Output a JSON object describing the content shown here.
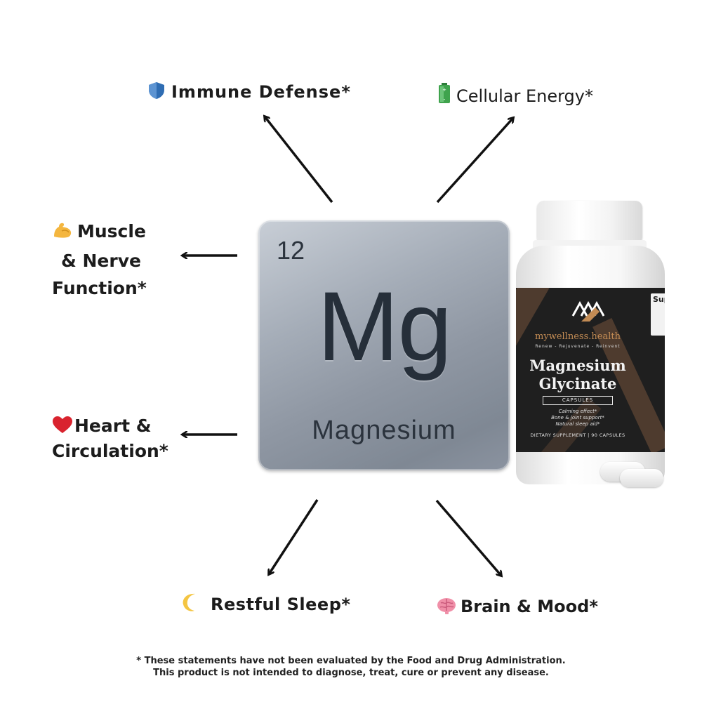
{
  "benefits": {
    "immune": {
      "label": "Immune Defense*",
      "icon": "shield-icon"
    },
    "energy": {
      "label": "Cellular Energy*",
      "icon": "battery-icon"
    },
    "muscle": {
      "line1": "Muscle",
      "line2": "& Nerve",
      "line3": "Function*",
      "icon": "flexed-biceps-icon"
    },
    "heart": {
      "line1": "Heart &",
      "line2": "Circulation*",
      "icon": "heart-icon"
    },
    "sleep": {
      "label": "Restful Sleep*",
      "icon": "crescent-moon-icon"
    },
    "brain": {
      "label": "Brain & Mood*",
      "icon": "brain-icon"
    }
  },
  "element": {
    "number": "12",
    "symbol": "Mg",
    "name": "Magnesium"
  },
  "product": {
    "brand": "mywellness.health",
    "tagline": "Renew - Rejuvenate - Reinvent",
    "name_line1": "Magnesium",
    "name_line2": "Glycinate",
    "form": "CAPSULES",
    "benefit1": "Calming effect*",
    "benefit2": "Bone & joint support*",
    "benefit3": "Natural sleep aid*",
    "footer": "DIETARY SUPPLEMENT  |  90 CAPSULES",
    "panel_heading": "Sup"
  },
  "disclaimer": {
    "line1": "* These statements have not been evaluated by the Food and Drug Administration.",
    "line2": "This product is not intended to diagnose, treat, cure or prevent any disease."
  },
  "colors": {
    "accent_brown": "#c28b54",
    "label_dark": "#1f1f1f",
    "text": "#1c1c1c",
    "shield": "#2f6db3",
    "battery": "#3fa34d",
    "heart": "#d9232e",
    "moon": "#f4c542",
    "brain": "#f08fa8"
  }
}
